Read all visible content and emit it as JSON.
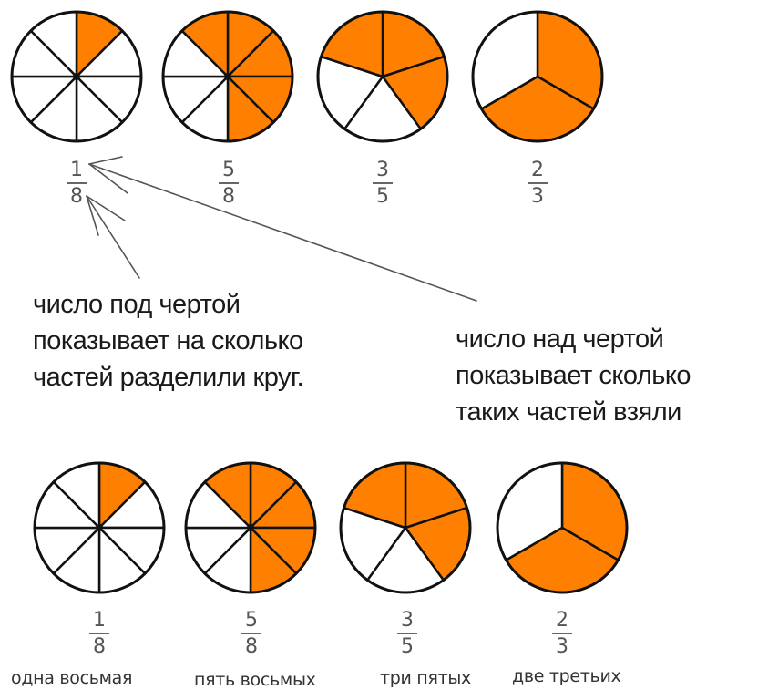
{
  "colors": {
    "fill": "#FF8000",
    "empty": "#FFFFFF",
    "stroke": "#111111",
    "arrow": "#555555"
  },
  "top_row": [
    {
      "numerator": "1",
      "denominator": "8",
      "parts": 8,
      "filled": [
        0
      ]
    },
    {
      "numerator": "5",
      "denominator": "8",
      "parts": 8,
      "filled": [
        0,
        1,
        2,
        3,
        7
      ]
    },
    {
      "numerator": "3",
      "denominator": "5",
      "parts": 5,
      "filled": [
        0,
        1,
        4
      ]
    },
    {
      "numerator": "2",
      "denominator": "3",
      "parts": 3,
      "filled": [
        0,
        1
      ]
    }
  ],
  "captions": {
    "denominator_note": [
      "число под чертой",
      "показывает на сколько",
      "частей разделили круг."
    ],
    "numerator_note": [
      "число над чертой",
      "показывает сколько",
      "таких частей взяли"
    ]
  },
  "bottom_row": [
    {
      "numerator": "1",
      "denominator": "8",
      "parts": 8,
      "filled": [
        0
      ],
      "words": "одна восьмая"
    },
    {
      "numerator": "5",
      "denominator": "8",
      "parts": 8,
      "filled": [
        0,
        1,
        2,
        3,
        7
      ],
      "words": "пять восьмых"
    },
    {
      "numerator": "3",
      "denominator": "5",
      "parts": 5,
      "filled": [
        0,
        1,
        4
      ],
      "words": "три пятых"
    },
    {
      "numerator": "2",
      "denominator": "3",
      "parts": 3,
      "filled": [
        0,
        1
      ],
      "words": "две третьих"
    }
  ]
}
